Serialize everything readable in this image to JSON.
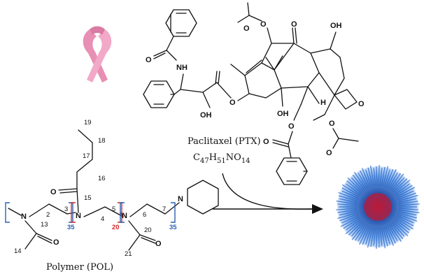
{
  "ptx": {
    "name": "Paclitaxel (PTX)",
    "formula_parts": [
      "C",
      "47",
      "H",
      "51",
      "NO",
      "14"
    ],
    "atoms": {
      "nh": "NH",
      "oh1": "OH",
      "oh2": "OH",
      "oh3": "OH",
      "o": "O",
      "h": "H"
    }
  },
  "pol": {
    "name": "Polymer (POL)",
    "atoms": {
      "n1": "N",
      "n2": "N",
      "n3": "N",
      "n4": "N",
      "o1": "O",
      "o2": "O",
      "o3": "O"
    },
    "carbons": [
      "2",
      "3",
      "4",
      "5",
      "6",
      "7",
      "13",
      "14",
      "15",
      "16",
      "17",
      "18",
      "19",
      "20",
      "21"
    ],
    "repeats": {
      "a": "35",
      "b": "20",
      "c": "35"
    }
  },
  "colors": {
    "bracket_blue": "#2b5fb0",
    "bracket_red": "#d8262b",
    "ribbon": "#e88fb4",
    "micelle": "#3f7fd6"
  }
}
